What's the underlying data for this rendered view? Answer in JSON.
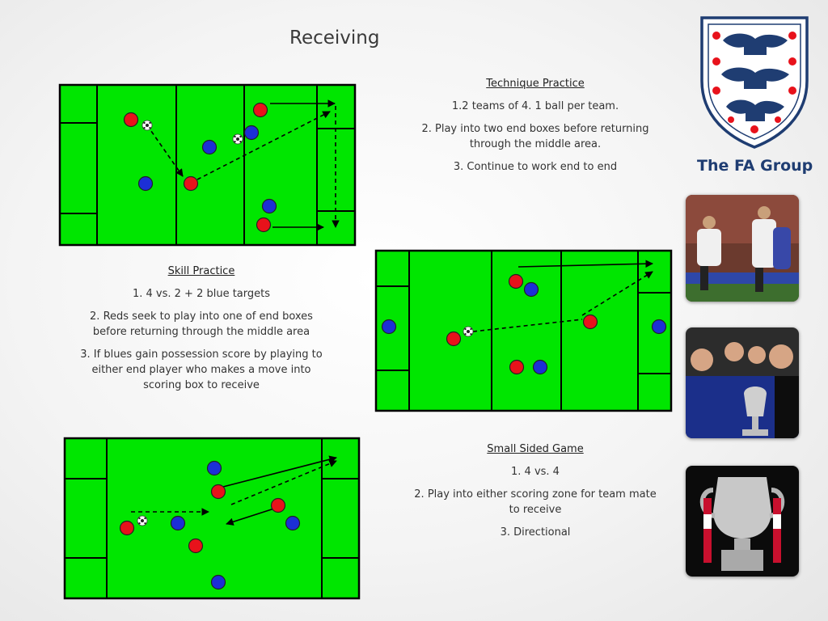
{
  "title": "Receiving",
  "brand": {
    "logo_text": "The FA Group"
  },
  "technique": {
    "heading": "Technique Practice",
    "lines": [
      "1.2 teams of 4. 1 ball per team.",
      "2. Play into two end boxes before returning through the middle area.",
      "3. Continue to work end to end"
    ]
  },
  "skill": {
    "heading": "Skill Practice",
    "lines": [
      "1.  4 vs. 2 + 2 blue targets",
      "2.  Reds seek to play into one of end boxes before returning through the middle area",
      "3.  If blues gain possession score by playing to either end player who makes a move into scoring box to receive"
    ]
  },
  "ssg": {
    "heading": "Small Sided Game",
    "lines": [
      "1.  4 vs. 4",
      "2.  Play into either scoring zone for team mate to receive",
      "3.  Directional"
    ]
  },
  "colors": {
    "pitch": "#00e600",
    "red_player": "#e8121b",
    "blue_player": "#1c2fd6",
    "line": "#000000"
  },
  "photos": [
    "match-header-photo",
    "team-celebration-photo",
    "fa-cup-trophy-photo"
  ]
}
